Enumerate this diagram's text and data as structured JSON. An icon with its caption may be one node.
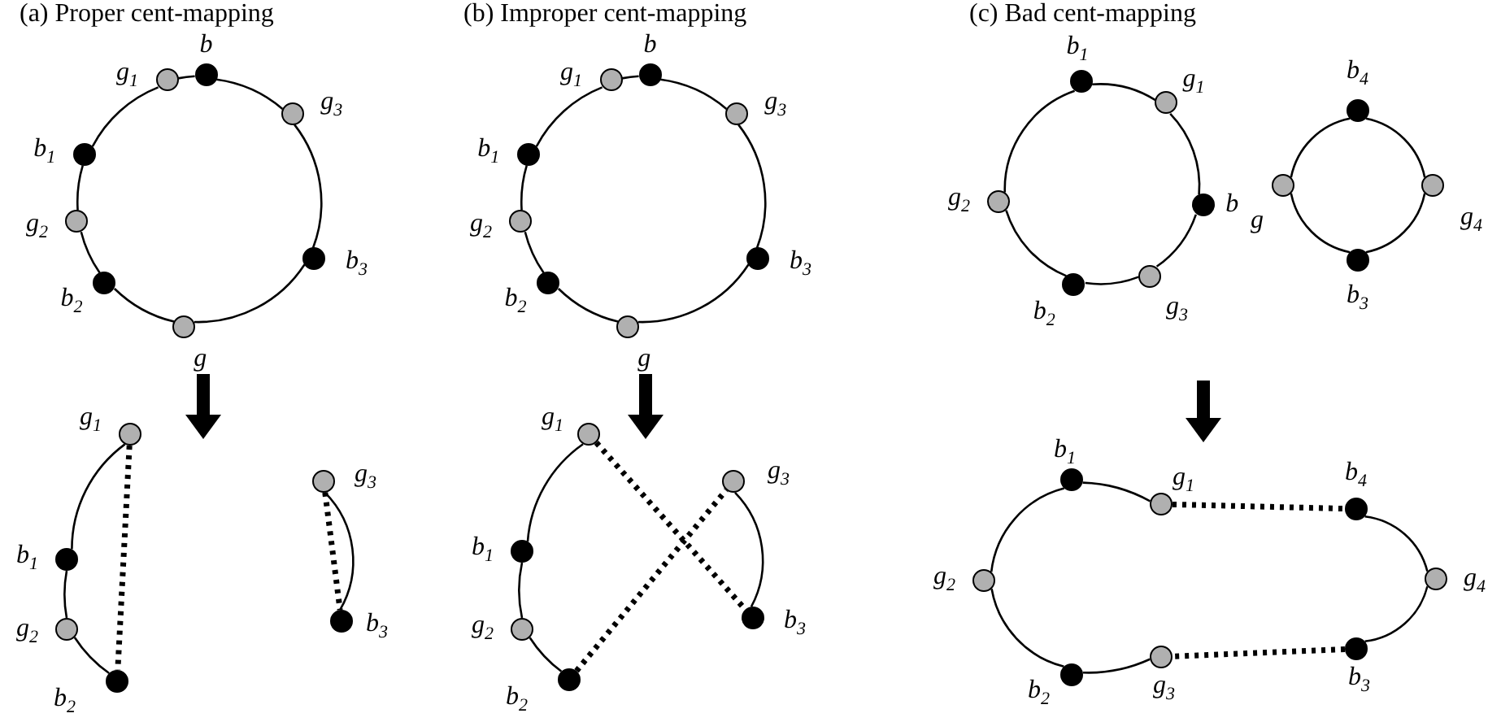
{
  "diagram": {
    "nodes": [
      {
        "text": [
          "b"
        ]
      },
      {
        "text": [
          "g$_{3}$"
        ]
      },
      {
        "text": [
          "b$_{3}$"
        ]
      },
      {
        "text": [
          "g"
        ]
      },
      {
        "text": [
          "b$_{2}$"
        ]
      },
      {
        "text": [
          "g$_{2}$"
        ]
      },
      {
        "text": [
          "b$_{1}$"
        ]
      },
      {
        "text": [
          "g$_{1}$"
        ]
      },
      {
        "text": [
          "g$_{1}$"
        ]
      },
      {
        "text": [
          "b$_{1}$"
        ]
      },
      {
        "text": [
          "g$_{2}$"
        ]
      },
      {
        "text": [
          "b$_{2}$"
        ]
      },
      {
        "text": [
          "g$_{3}$"
        ]
      },
      {
        "text": [
          "b$_{3}$"
        ]
      },
      {
        "text": [
          "b"
        ]
      },
      {
        "text": [
          "g$_{3}$"
        ]
      },
      {
        "text": [
          "b$_{3}$"
        ]
      },
      {
        "text": [
          "g"
        ]
      },
      {
        "text": [
          "b$_{2}$"
        ]
      },
      {
        "text": [
          "g$_{2}$"
        ]
      },
      {
        "text": [
          "b$_{1}$"
        ]
      },
      {
        "text": [
          "g$_{1}$"
        ]
      },
      {
        "text": [
          "g$_{1}$"
        ]
      },
      {
        "text": [
          "b$_{1}$"
        ]
      },
      {
        "text": [
          "g$_{2}$"
        ]
      },
      {
        "text": [
          "b$_{2}$"
        ]
      },
      {
        "text": [
          "g$_{3}$"
        ]
      },
      {
        "text": [
          "b$_{3}$"
        ]
      },
      {
        "text": [
          "b$_{1}$"
        ]
      },
      {
        "text": [
          "g$_{1}$"
        ]
      },
      {
        "text": [
          "b"
        ]
      },
      {
        "text": [
          "g$_{3}$"
        ]
      },
      {
        "text": [
          "b$_{2}$"
        ]
      },
      {
        "text": [
          "g$_{2}$"
        ]
      },
      {
        "text": [
          "b$_{4}$"
        ]
      },
      {
        "text": [
          "g$_{4}$"
        ]
      },
      {
        "text": [
          "b$_{3}$"
        ]
      },
      {
        "text": [
          "g"
        ]
      },
      {
        "text": [
          "b$_{1}$"
        ]
      },
      {
        "text": [
          "g$_{1}$"
        ]
      },
      {
        "text": [
          "b$_{4}$"
        ]
      },
      {
        "text": [
          "g$_{4}$"
        ]
      },
      {
        "text": [
          "b$_{3}$"
        ]
      },
      {
        "text": [
          "g$_{3}$"
        ]
      },
      {
        "text": [
          "b$_{2}$"
        ]
      },
      {
        "text": [
          "g$_{2}$"
        ]
      }
    ],
    "edges": [
      {
        "from": 0,
        "to": 1,
        "arrow": "none"
      },
      {
        "from": 1,
        "to": 2,
        "arrow": "none"
      },
      {
        "from": 2,
        "to": 3,
        "arrow": "none"
      },
      {
        "from": 3,
        "to": 4,
        "arrow": "none"
      },
      {
        "from": 4,
        "to": 5,
        "arrow": "none"
      },
      {
        "from": 5,
        "to": 6,
        "arrow": "none"
      },
      {
        "from": 6,
        "to": 7,
        "arrow": "none"
      },
      {
        "from": 7,
        "to": 0,
        "arrow": "none"
      },
      {
        "from": 8,
        "to": 9,
        "arrow": "none"
      },
      {
        "from": 9,
        "to": 10,
        "arrow": "none"
      },
      {
        "from": 10,
        "to": 11,
        "arrow": "none"
      },
      {
        "from": 8,
        "to": 11,
        "arrow": "none",
        "style": "dashed"
      },
      {
        "from": 12,
        "to": 13,
        "arrow": "none"
      },
      {
        "from": 12,
        "to": 13,
        "arrow": "none",
        "style": "dashed"
      },
      {
        "from": 14,
        "to": 15,
        "arrow": "none"
      },
      {
        "from": 15,
        "to": 16,
        "arrow": "none"
      },
      {
        "from": 16,
        "to": 17,
        "arrow": "none"
      },
      {
        "from": 17,
        "to": 18,
        "arrow": "none"
      },
      {
        "from": 18,
        "to": 19,
        "arrow": "none"
      },
      {
        "from": 19,
        "to": 20,
        "arrow": "none"
      },
      {
        "from": 20,
        "to": 21,
        "arrow": "none"
      },
      {
        "from": 21,
        "to": 14,
        "arrow": "none"
      },
      {
        "from": 22,
        "to": 23,
        "arrow": "none"
      },
      {
        "from": 23,
        "to": 24,
        "arrow": "none"
      },
      {
        "from": 24,
        "to": 25,
        "arrow": "none"
      },
      {
        "from": 26,
        "to": 27,
        "arrow": "none"
      },
      {
        "from": 22,
        "to": 27,
        "arrow": "none",
        "style": "dashed"
      },
      {
        "from": 25,
        "to": 26,
        "arrow": "none",
        "style": "dashed"
      },
      {
        "from": 28,
        "to": 29,
        "arrow": "none"
      },
      {
        "from": 29,
        "to": 30,
        "arrow": "none"
      },
      {
        "from": 30,
        "to": 31,
        "arrow": "none"
      },
      {
        "from": 31,
        "to": 32,
        "arrow": "none"
      },
      {
        "from": 32,
        "to": 33,
        "arrow": "none"
      },
      {
        "from": 33,
        "to": 28,
        "arrow": "none"
      },
      {
        "from": 34,
        "to": 35,
        "arrow": "none"
      },
      {
        "from": 35,
        "to": 36,
        "arrow": "none"
      },
      {
        "from": 36,
        "to": 37,
        "arrow": "none"
      },
      {
        "from": 37,
        "to": 34,
        "arrow": "none"
      },
      {
        "from": 38,
        "to": 39,
        "arrow": "none"
      },
      {
        "from": 39,
        "to": 40,
        "arrow": "none",
        "style": "dashed"
      },
      {
        "from": 40,
        "to": 41,
        "arrow": "none"
      },
      {
        "from": 41,
        "to": 42,
        "arrow": "none"
      },
      {
        "from": 42,
        "to": 43,
        "arrow": "none",
        "style": "dashed"
      },
      {
        "from": 43,
        "to": 44,
        "arrow": "none"
      },
      {
        "from": 44,
        "to": 45,
        "arrow": "none"
      },
      {
        "from": 45,
        "to": 38,
        "arrow": "none"
      }
    ],
    "labels": [
      "(a) Proper cent-mapping",
      "(b) Improper cent-mapping",
      "(c) Bad cent-mapping"
    ]
  }
}
